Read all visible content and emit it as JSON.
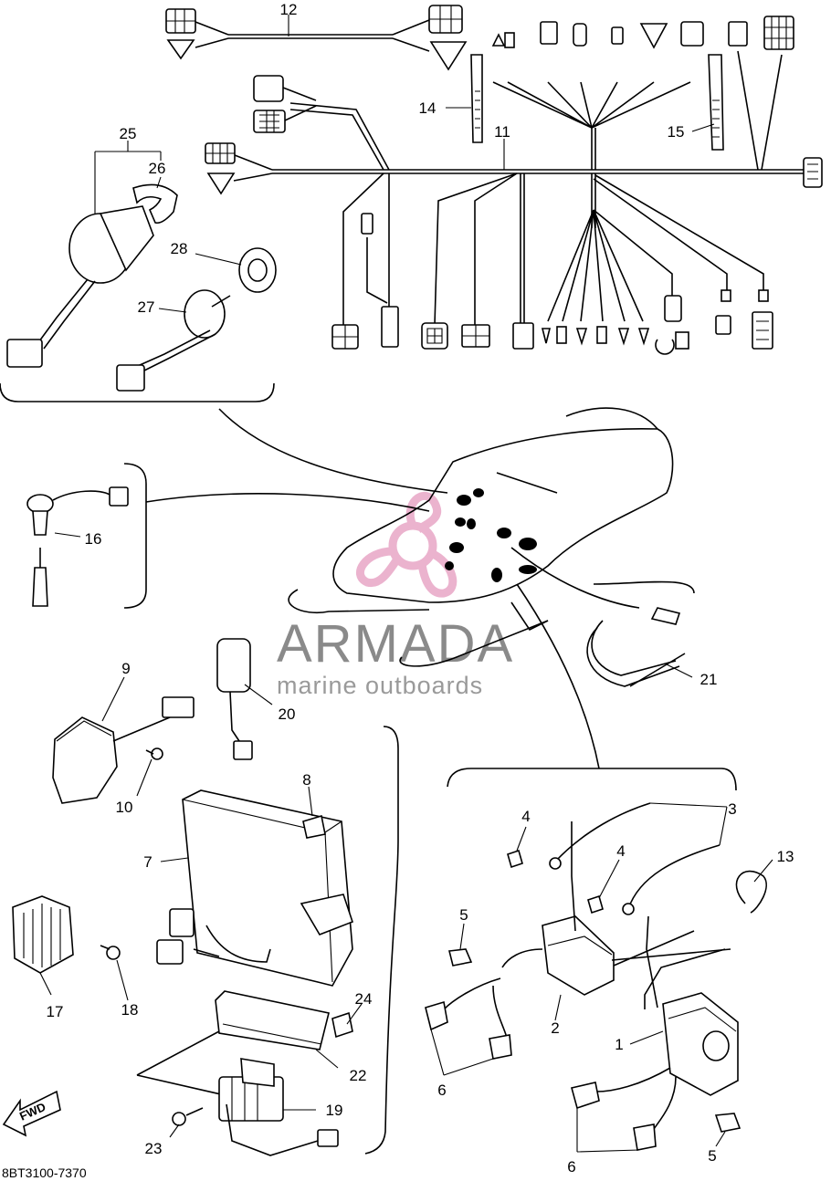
{
  "diagram": {
    "code": "8BT3100-7370",
    "fwd_label": "FWD",
    "watermark": {
      "title": "ARMADA",
      "subtitle": "marine outboards",
      "logo_color": "#e8a6c6",
      "text_color": "#8a8a8a"
    },
    "callouts": [
      "1",
      "2",
      "3",
      "4",
      "4",
      "5",
      "5",
      "6",
      "6",
      "7",
      "8",
      "9",
      "10",
      "11",
      "12",
      "13",
      "14",
      "15",
      "16",
      "17",
      "18",
      "19",
      "20",
      "21",
      "22",
      "23",
      "24",
      "25",
      "26",
      "27",
      "28"
    ]
  }
}
